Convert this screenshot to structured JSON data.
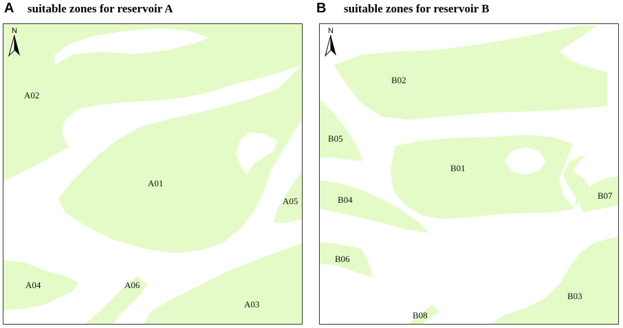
{
  "panels": [
    {
      "letter": "A",
      "title": "suitable zones for reservoir A",
      "north": "N",
      "zones": [
        "A01",
        "A02",
        "A03",
        "A04",
        "A05",
        "A06"
      ]
    },
    {
      "letter": "B",
      "title": "suitable zones for reservoir B",
      "north": "N",
      "zones": [
        "B01",
        "B02",
        "B03",
        "B04",
        "B05",
        "B06",
        "B07",
        "B08"
      ]
    }
  ],
  "colors": {
    "zone_fill": "#e4fbc7",
    "background": "#ffffff",
    "frame": "#333333"
  }
}
